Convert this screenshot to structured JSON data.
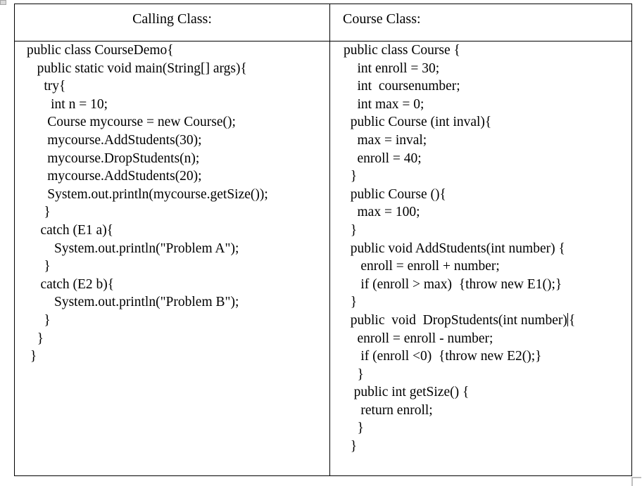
{
  "document": {
    "title": "Calling Class / Course Class code comparison",
    "table": {
      "columns": [
        {
          "id": "calling-class",
          "header": "Calling Class:",
          "align": "center"
        },
        {
          "id": "course-class",
          "header": "Course Class:",
          "align": "left"
        }
      ]
    }
  },
  "calling_class": {
    "header": "Calling Class:",
    "code_lines": [
      "public class CourseDemo{",
      "   public static void main(String[] args){",
      "     try{",
      "       int n = 10;",
      "      Course mycourse = new Course();",
      "      mycourse.AddStudents(30);",
      "      mycourse.DropStudents(n);",
      "      mycourse.AddStudents(20);",
      "      System.out.println(mycourse.getSize());",
      "     }",
      "    catch (E1 a){",
      "        System.out.println(\"Problem A\");",
      "     }",
      "    catch (E2 b){",
      "        System.out.println(\"Problem B\");",
      "     }",
      "   }",
      " }"
    ]
  },
  "course_class": {
    "header": "Course Class:",
    "code_lines": [
      "public class Course {",
      "    int enroll = 30;",
      "    int  coursenumber;",
      "    int max = 0;",
      "  public Course (int inval){",
      "    max = inval;",
      "    enroll = 40;",
      "  }",
      "  public Course (){",
      "    max = 100;",
      "  }",
      "  public void AddStudents(int number) {",
      "     enroll = enroll + number;",
      "     if (enroll > max)  {throw new E1();}",
      "  }",
      "  public  void  DropStudents(int number)",
      "    enroll = enroll - number;",
      "     if (enroll <0)  {throw new E2();}",
      "    }",
      "   public int getSize() {",
      "     return enroll;",
      "    }",
      "  }"
    ],
    "caret_line_index": 15,
    "caret_line_suffix": "{"
  },
  "colors": {
    "border": "#000000",
    "text": "#000000",
    "background": "#ffffff",
    "artifact_gray": "#d9d9d9",
    "handle_gray": "#bfbfbf"
  }
}
